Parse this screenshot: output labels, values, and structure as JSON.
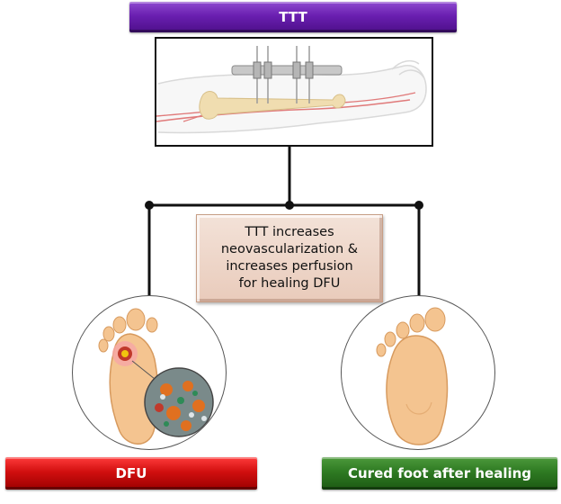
{
  "top_banner": {
    "label": "TTT",
    "color": "#6a1fb0"
  },
  "center_box": {
    "text": "TTT increases\nneovascularization &\nincreases perfusion\nfor healing DFU"
  },
  "left_banner": {
    "label": "DFU",
    "color": "#d10f0f"
  },
  "right_banner": {
    "label": "Cured foot after healing",
    "color": "#2e7a22"
  },
  "icons": [
    "arm-with-external-fixator-illustration",
    "diabetic-foot-ulcer-illustration",
    "healed-foot-illustration"
  ]
}
